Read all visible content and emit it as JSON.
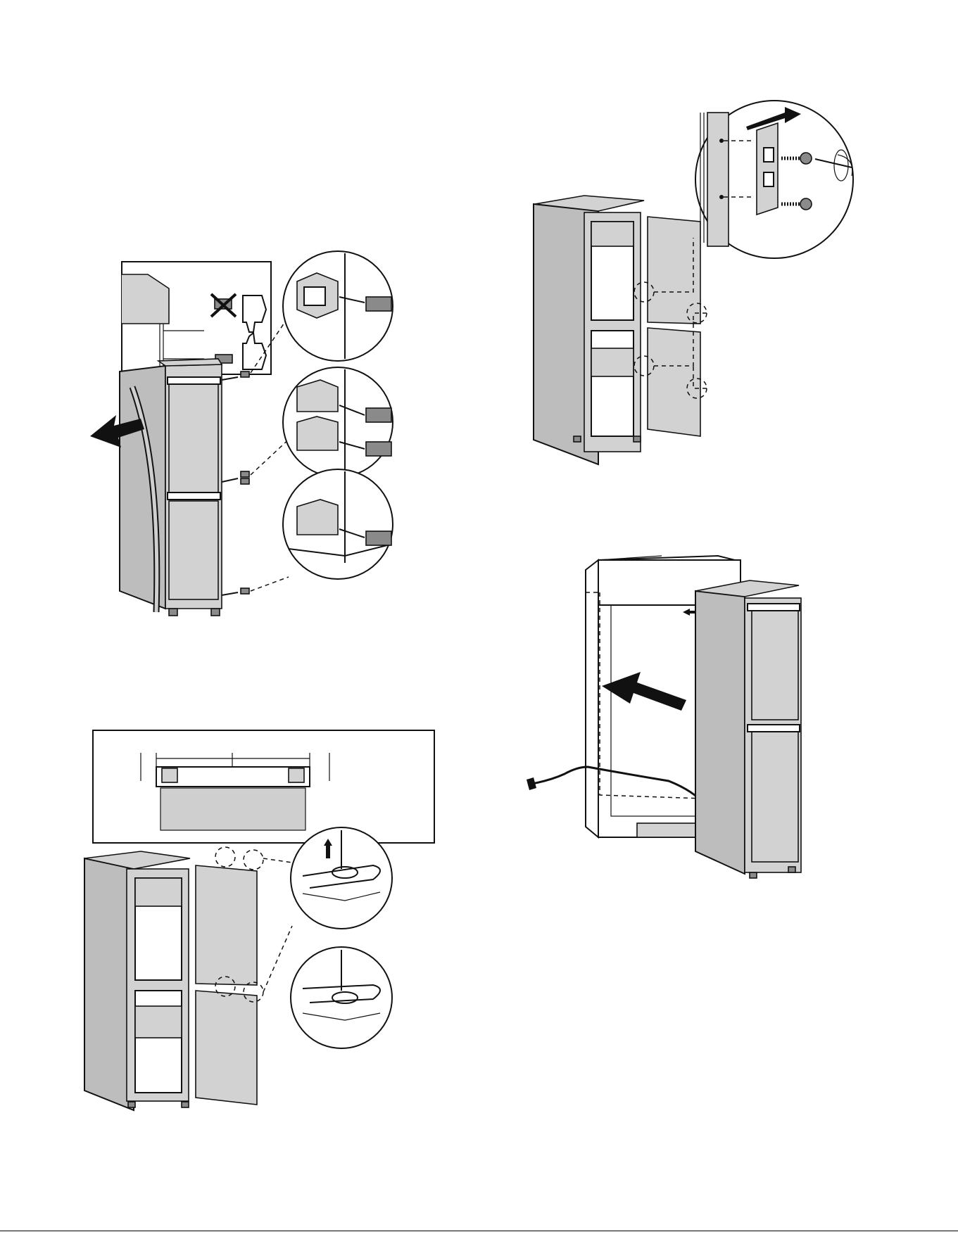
{
  "page": {
    "footer_text": ""
  },
  "figures": [
    {
      "id": "fig-1",
      "icons": [
        "hinge-detail-upper",
        "hinge-detail-middle",
        "hinge-detail-lower",
        "thumbs-down-icon",
        "thumbs-up-icon",
        "push-arrow-icon"
      ]
    },
    {
      "id": "fig-2",
      "icons": [
        "screw-icon",
        "screwdriver-icon",
        "rotation-arrow-icon"
      ]
    },
    {
      "id": "fig-3",
      "icons": [
        "dimension-arrow-icon",
        "screwdriver-icon",
        "rotation-arrow-icon"
      ]
    },
    {
      "id": "fig-4",
      "icons": [
        "power-cable-icon",
        "push-arrow-icon"
      ]
    }
  ]
}
